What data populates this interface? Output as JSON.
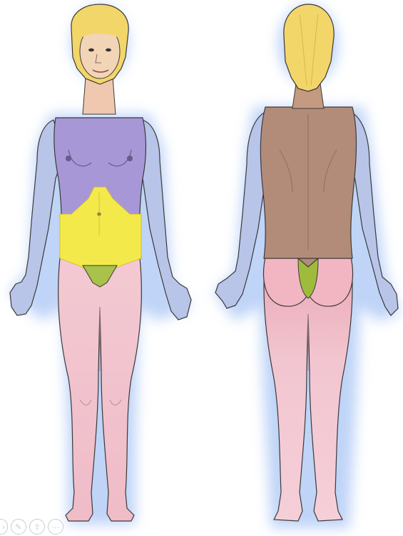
{
  "figures": [
    {
      "id": "front",
      "view": "anterior"
    },
    {
      "id": "back",
      "view": "posterior"
    }
  ],
  "colors": {
    "glow": "#b9cff5",
    "skin": "#f2c6cf",
    "skin_dark": "#e7a4b3",
    "arm_blue": "#b9c6e8",
    "chest_purple": "#a896d6",
    "abdomen_yellow": "#f4ea4a",
    "groin_green": "#a7c24a",
    "back_brown": "#b08a78",
    "hair": "#f0d96a",
    "outline": "#3a3a3a"
  },
  "controls": [
    {
      "icon": "chevron-right-icon"
    },
    {
      "icon": "pencil-icon"
    },
    {
      "icon": "share-icon"
    },
    {
      "icon": "more-icon"
    }
  ]
}
